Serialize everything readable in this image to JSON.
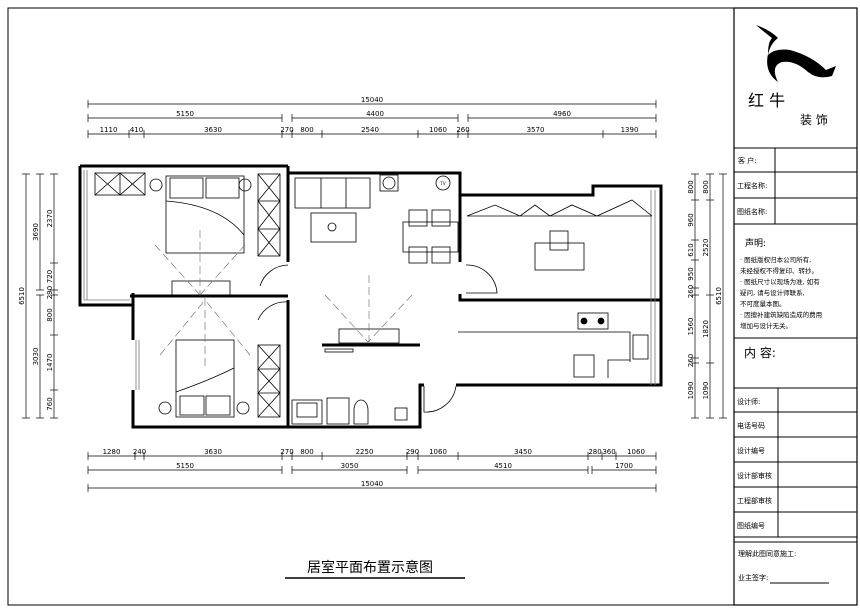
{
  "drawing_title": "居室平面布置示意图",
  "title_block": {
    "logo_text": "红牛装饰",
    "brand_line1": "红 牛",
    "brand_line2": "装 饰",
    "fields": [
      "客    户:",
      "工程名称:",
      "图纸名称:"
    ],
    "statement_heading": "声明:",
    "statement_lines": [
      "· 图纸版权归本公司所有,",
      "  未经授权不得复印、转抄。",
      "· 图纸尺寸以现场为准, 如有",
      "  疑问, 请与设计师联系,",
      "  不可度量本图。",
      "· 因擅补建筑缺陷造成的费用",
      "  增加与设计无关。"
    ],
    "content_label": "内 容:",
    "rows": [
      "设计师:",
      "电话号码",
      "设计编号",
      "设计部审核",
      "工程部审核",
      "图纸编号"
    ],
    "agree_text": "理解此图同意施工:",
    "owner_sign": "业主签字:"
  },
  "plan_labels": {
    "tv": "TV"
  },
  "dimensions": {
    "top": [
      [
        "15040"
      ],
      [
        "5150",
        "4400",
        "4960"
      ],
      [
        "1110",
        "410",
        "3630",
        "270",
        "800",
        "2540",
        "1060",
        "260",
        "3570",
        "1390"
      ]
    ],
    "bottom": [
      [
        "1280",
        "240",
        "3630",
        "270",
        "800",
        "2250",
        "290",
        "1060",
        "3450",
        "280",
        "360",
        "1060"
      ],
      [
        "5150",
        "3050",
        "4510",
        "1700"
      ],
      [
        "15040"
      ]
    ],
    "left": [
      [
        "6510"
      ],
      [
        "3690",
        "3030"
      ],
      [
        "2370",
        "720",
        "290",
        "800",
        "1470",
        "760"
      ]
    ],
    "right": [
      [
        "800",
        "960",
        "610",
        "950",
        "260",
        "1560",
        "260",
        "1090"
      ],
      [
        "800",
        "2520",
        "1820",
        "1090"
      ],
      [
        "6510"
      ]
    ]
  }
}
